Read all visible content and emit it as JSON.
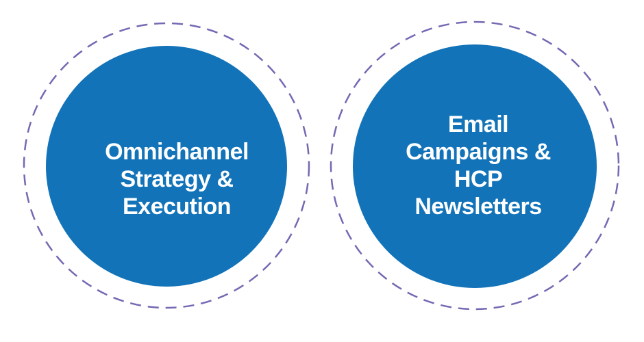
{
  "colors": {
    "fill": "#1273b9",
    "dash": "#7668b3",
    "text": "#ffffff"
  },
  "circles": [
    {
      "lines": [
        "Omnichannel",
        "Strategy &",
        "Execution"
      ]
    },
    {
      "lines": [
        "Email",
        "Campaigns &",
        "HCP",
        "Newsletters"
      ]
    }
  ]
}
